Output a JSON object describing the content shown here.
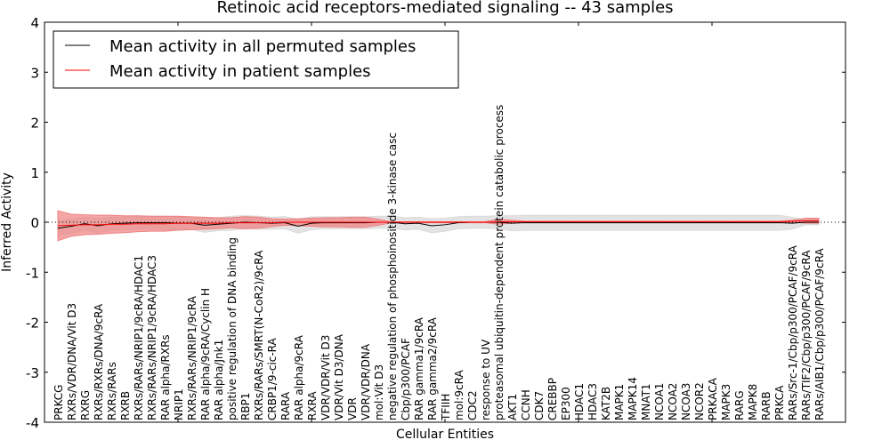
{
  "chart_data": {
    "type": "line",
    "title": "Retinoic acid receptors-mediated signaling -- 43 samples",
    "xlabel": "Cellular Entities",
    "ylabel": "Inferred Activity",
    "ylim": [
      -4,
      4
    ],
    "xlim": [
      0,
      60
    ],
    "yticks": [
      -4,
      -3,
      -2,
      -1,
      0,
      1,
      2,
      3,
      4
    ],
    "grid": false,
    "legend_position": "top-left",
    "categories": [
      "PRKCG",
      "RXRs/VDR/DNA/Vit D3",
      "RXRG",
      "RXRs/RXRs/DNA/9cRA",
      "RXRs/RARs",
      "RXRB",
      "RXRs/RARs/NRIP1/9cRA/HDAC1",
      "RXRs/RARs/NRIP1/9cRA/HDAC3",
      "RAR alpha/RXRs",
      "NRIP1",
      "RXRs/RARs/NRIP1/9cRA",
      "RAR alpha/9cRA/Cyclin H",
      "RAR alpha/Jnk1",
      "positive regulation of DNA binding",
      "RBP1",
      "RXRs/RARs/SMRT(N-CoR2)/9cRA",
      "CRBP1/9-cic-RA",
      "RARA",
      "RAR alpha/9cRA",
      "RXRA",
      "VDR/VDR/Vit D3",
      "VDR/Vit D3/DNA",
      "VDR",
      "VDR/VDR/DNA",
      "mol:Vit D3",
      "negative regulation of phosphoinositide 3-kinase casc",
      "Cbp/p300/PCAF",
      "RAR gamma1/9cRA",
      "RAR gamma2/9cRA",
      "TFIIH",
      "mol:9cRA",
      "CDC2",
      "response to UV",
      "proteasomal ubiquitin-dependent protein catabolic process",
      "AKT1",
      "CCNH",
      "CDK7",
      "CREBBP",
      "EP300",
      "HDAC1",
      "HDAC3",
      "KAT2B",
      "MAPK1",
      "MAPK14",
      "MNAT1",
      "NCOA1",
      "NCOA2",
      "NCOA3",
      "NCOR2",
      "PRKACA",
      "MAPK3",
      "RARG",
      "MAPK8",
      "RARB",
      "PRKCA",
      "RARs/Src-1/Cbp/p300/PCAF/9cRA",
      "RARs/TIF2/Cbp/p300/PCAF/9cRA",
      "RARs/AIB1/Cbp/p300/PCAF/9cRA"
    ],
    "series": [
      {
        "name": "Mean activity in all permuted samples",
        "color": "#000000",
        "band_color": "#d9d9d9",
        "values": [
          -0.12,
          -0.08,
          -0.03,
          -0.07,
          -0.03,
          -0.02,
          -0.01,
          -0.01,
          -0.01,
          -0.02,
          -0.02,
          -0.06,
          -0.04,
          -0.02,
          0,
          -0.01,
          -0.02,
          -0.01,
          -0.08,
          -0.02,
          -0.01,
          -0.01,
          -0.01,
          -0.01,
          0,
          0,
          -0.03,
          -0.02,
          -0.07,
          -0.05,
          -0.01,
          0,
          0,
          0,
          -0.02,
          -0.01,
          -0.01,
          -0.01,
          -0.01,
          -0.01,
          -0.01,
          -0.01,
          -0.01,
          -0.01,
          -0.01,
          -0.01,
          -0.01,
          -0.01,
          -0.01,
          -0.01,
          -0.01,
          -0.01,
          -0.01,
          -0.01,
          -0.01,
          -0.02,
          0,
          0
        ],
        "band_halfwidth": [
          0.14,
          0.14,
          0.13,
          0.14,
          0.13,
          0.13,
          0.13,
          0.13,
          0.13,
          0.13,
          0.13,
          0.14,
          0.13,
          0.14,
          0.13,
          0.13,
          0.12,
          0.12,
          0.14,
          0.13,
          0.12,
          0.12,
          0.12,
          0.12,
          0.12,
          0.12,
          0.12,
          0.12,
          0.14,
          0.13,
          0.12,
          0.12,
          0.12,
          0.13,
          0.15,
          0.15,
          0.15,
          0.15,
          0.15,
          0.15,
          0.15,
          0.15,
          0.15,
          0.15,
          0.15,
          0.15,
          0.15,
          0.15,
          0.15,
          0.15,
          0.15,
          0.15,
          0.15,
          0.15,
          0.15,
          0.12,
          0.05,
          0.05
        ]
      },
      {
        "name": "Mean activity in patient samples",
        "color": "#ff0000",
        "band_color": "#f08080",
        "values": [
          -0.07,
          -0.06,
          -0.05,
          -0.05,
          -0.04,
          -0.04,
          -0.03,
          -0.03,
          -0.03,
          -0.02,
          -0.02,
          -0.02,
          -0.02,
          -0.01,
          -0.01,
          -0.01,
          -0.01,
          0,
          0,
          0,
          0,
          0,
          0,
          0,
          0,
          0,
          0,
          0,
          0,
          0,
          0,
          0,
          0,
          0.01,
          0.01,
          0.01,
          0.01,
          0.01,
          0.01,
          0.01,
          0.01,
          0.01,
          0.01,
          0.01,
          0.01,
          0.01,
          0.01,
          0.01,
          0.01,
          0.01,
          0.01,
          0.01,
          0.01,
          0.01,
          0.01,
          0.02,
          0.03,
          0.03
        ],
        "band_halfwidth": [
          0.3,
          0.22,
          0.2,
          0.19,
          0.18,
          0.17,
          0.16,
          0.15,
          0.15,
          0.14,
          0.13,
          0.12,
          0.11,
          0.1,
          0.12,
          0.11,
          0.08,
          0.06,
          0.07,
          0.08,
          0.09,
          0.09,
          0.1,
          0.1,
          0.06,
          0.01,
          0.01,
          0.01,
          0.01,
          0.01,
          0.01,
          0.01,
          0.01,
          0.05,
          0.03,
          0.01,
          0.01,
          0.01,
          0.01,
          0.01,
          0.01,
          0.01,
          0.01,
          0.01,
          0.01,
          0.01,
          0.01,
          0.01,
          0.01,
          0.01,
          0.01,
          0.01,
          0.01,
          0.01,
          0.01,
          0.02,
          0.05,
          0.05
        ]
      }
    ]
  }
}
